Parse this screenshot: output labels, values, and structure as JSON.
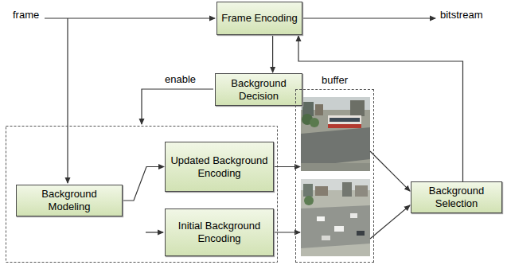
{
  "diagram": {
    "nodes": [
      {
        "text": [
          "Frame Encoding"
        ]
      },
      {
        "text": [
          "Background Decision"
        ]
      },
      {
        "text": [
          "Background Modeling"
        ]
      },
      {
        "text": [
          "Updated Background Encoding"
        ]
      },
      {
        "text": [
          "Initial Background Encoding"
        ]
      },
      {
        "text": [
          "buffer"
        ]
      },
      {
        "text": [
          "Background Selection"
        ]
      }
    ],
    "edges": [
      {
        "from": 0,
        "to": 1,
        "arrow": "to"
      },
      {
        "from": 2,
        "to": 3,
        "arrow": "to"
      },
      {
        "from": 3,
        "to": 5,
        "arrow": "to"
      },
      {
        "from": 4,
        "to": 5,
        "arrow": "to"
      },
      {
        "from": 5,
        "to": 6,
        "arrow": "to"
      },
      {
        "from": 6,
        "to": 0,
        "arrow": "to"
      }
    ],
    "labels": [
      "frame",
      "bitstream",
      "enable"
    ]
  }
}
